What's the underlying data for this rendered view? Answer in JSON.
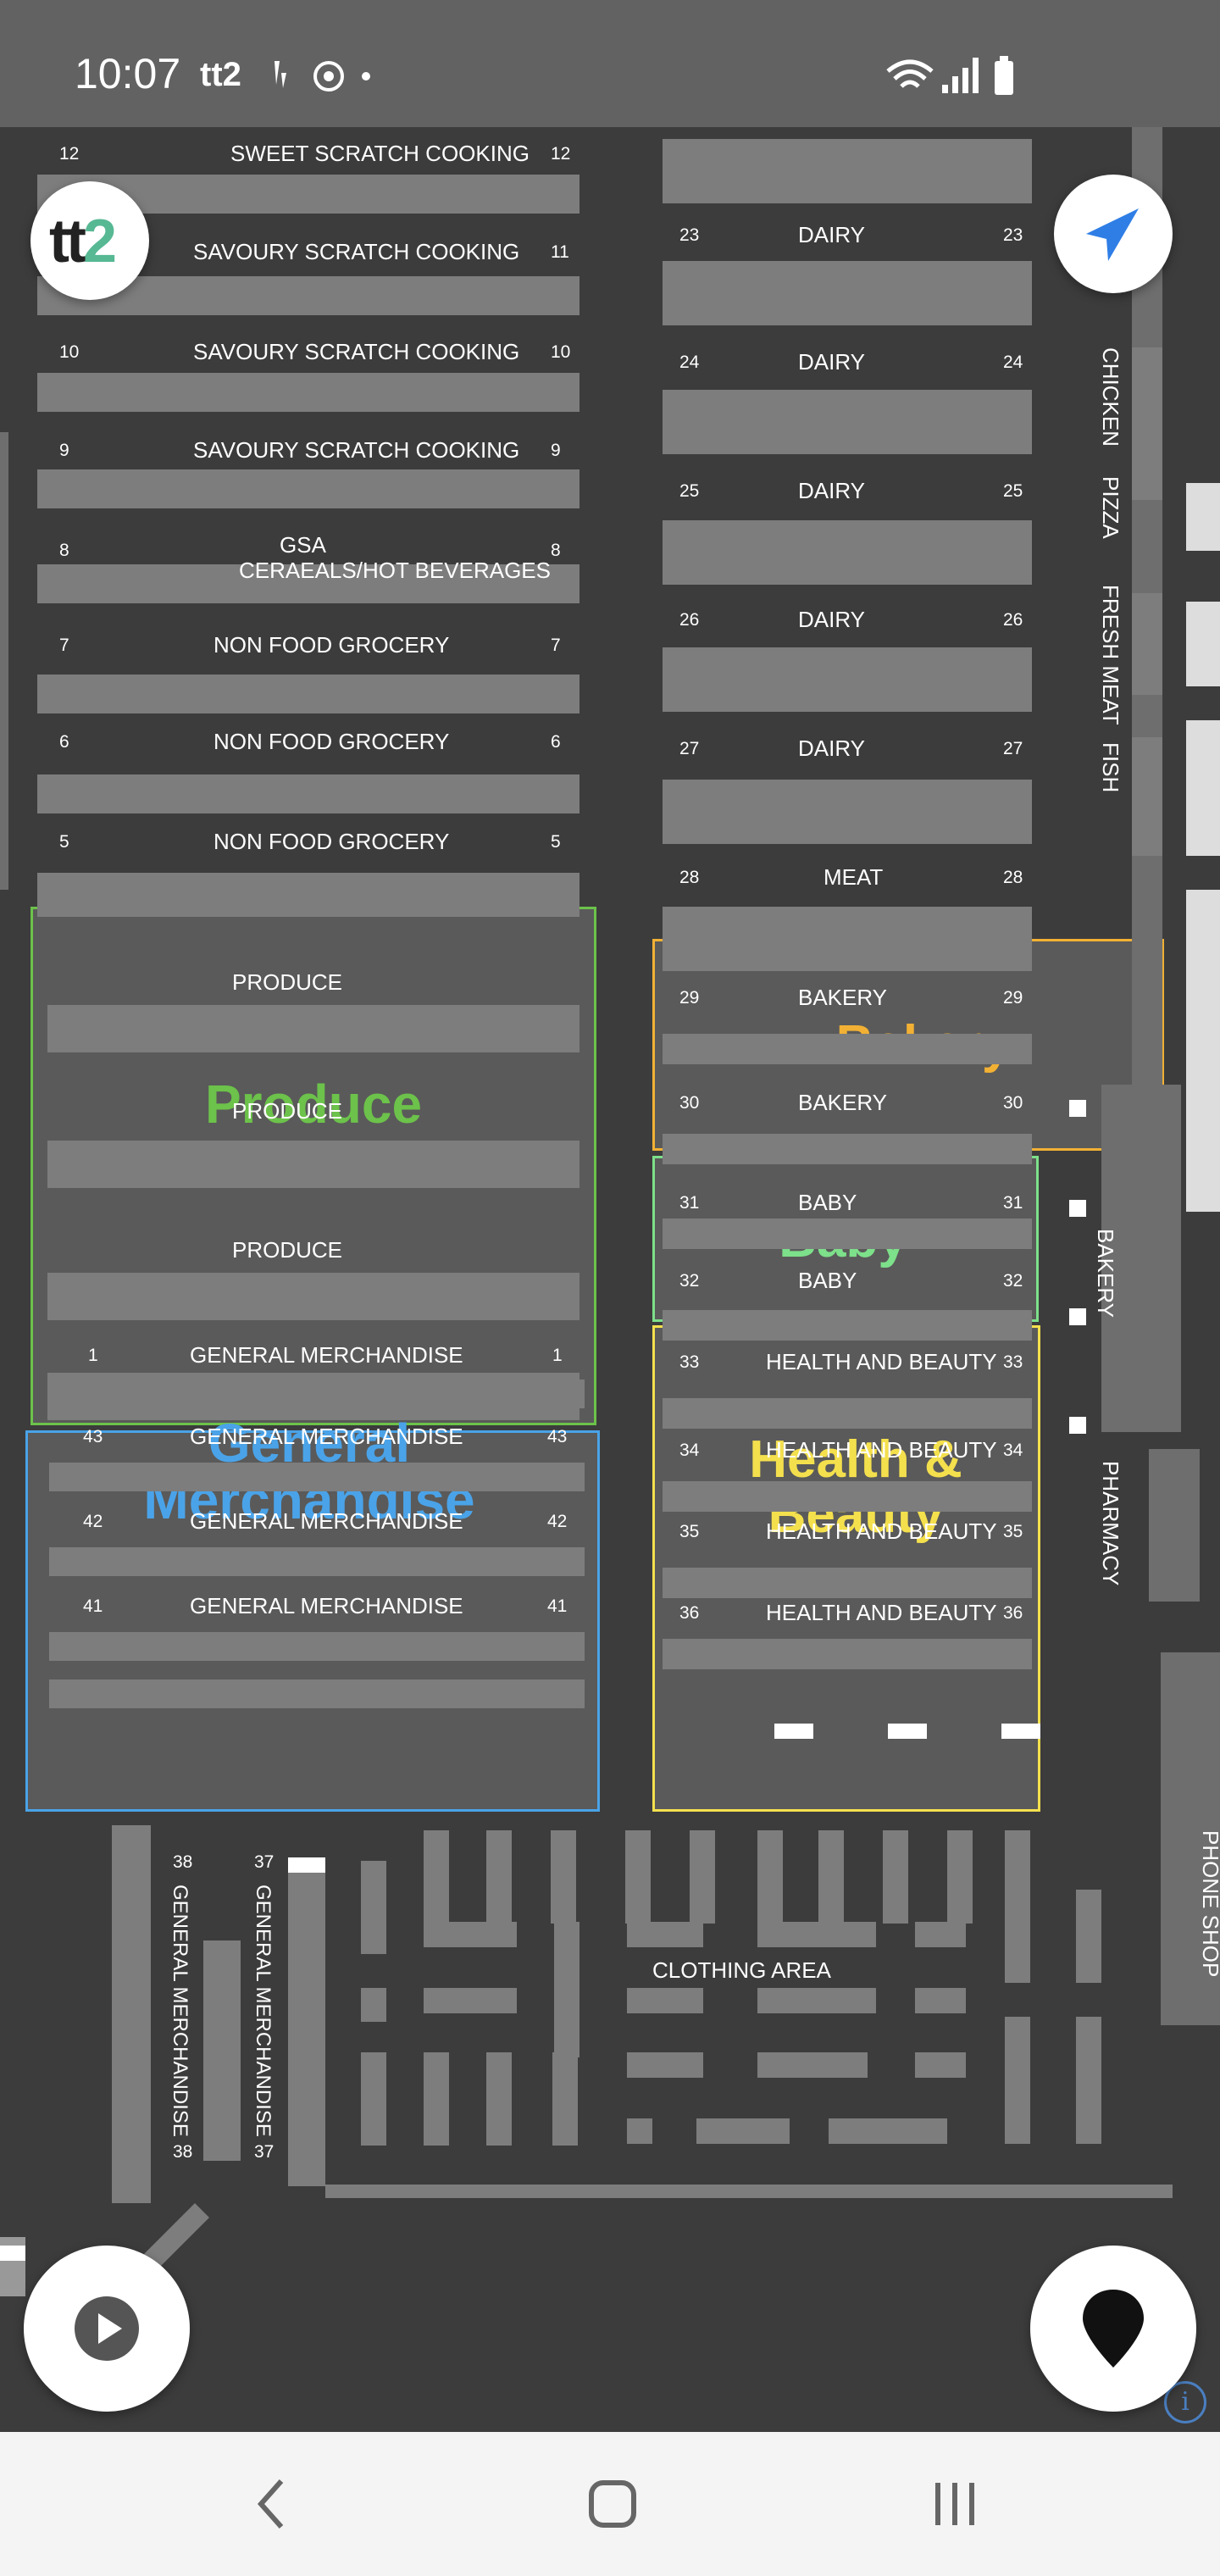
{
  "status": {
    "time": "10:07",
    "carrier": "tt2"
  },
  "logo": {
    "text_a": "tt",
    "text_b": "2"
  },
  "aisles_left": [
    {
      "num": "12",
      "label": "SWEET SCRATCH COOKING"
    },
    {
      "num": "11",
      "label": "SAVOURY SCRATCH COOKING"
    },
    {
      "num": "10",
      "label": "SAVOURY SCRATCH COOKING"
    },
    {
      "num": "9",
      "label": "SAVOURY SCRATCH COOKING"
    },
    {
      "num": "8",
      "label": "GSA",
      "label2": "CERAEALS/HOT BEVERAGES"
    },
    {
      "num": "7",
      "label": "NON FOOD GROCERY"
    },
    {
      "num": "6",
      "label": "NON FOOD GROCERY"
    },
    {
      "num": "5",
      "label": "NON FOOD GROCERY"
    }
  ],
  "aisles_right": [
    {
      "num": "23",
      "label": "DAIRY"
    },
    {
      "num": "24",
      "label": "DAIRY"
    },
    {
      "num": "25",
      "label": "DAIRY"
    },
    {
      "num": "26",
      "label": "DAIRY"
    },
    {
      "num": "27",
      "label": "DAIRY"
    },
    {
      "num": "28",
      "label": "MEAT"
    },
    {
      "num": "29",
      "label": "BAKERY"
    },
    {
      "num": "30",
      "label": "BAKERY"
    },
    {
      "num": "31",
      "label": "BABY"
    },
    {
      "num": "32",
      "label": "BABY"
    },
    {
      "num": "33",
      "label": "HEALTH AND BEAUTY"
    },
    {
      "num": "34",
      "label": "HEALTH AND BEAUTY"
    },
    {
      "num": "35",
      "label": "HEALTH AND BEAUTY"
    },
    {
      "num": "36",
      "label": "HEALTH AND BEAUTY"
    }
  ],
  "produce_rows": [
    "PRODUCE",
    "PRODUCE",
    "PRODUCE"
  ],
  "gm_rows": [
    {
      "num": "1",
      "label": "GENERAL MERCHANDISE"
    },
    {
      "num": "43",
      "label": "GENERAL MERCHANDISE"
    },
    {
      "num": "42",
      "label": "GENERAL MERCHANDISE"
    },
    {
      "num": "41",
      "label": "GENERAL MERCHANDISE"
    }
  ],
  "zones": {
    "produce": {
      "title": "Produce",
      "color": "#6cc24a"
    },
    "general": {
      "title": "General Merchandise",
      "color": "#4aa3e8"
    },
    "bakery": {
      "title": "Bakery",
      "color": "#f2b134"
    },
    "baby": {
      "title": "Baby",
      "color": "#7de08a"
    },
    "health": {
      "title": "Health & Beauty",
      "color": "#f4e04d"
    }
  },
  "side_labels": {
    "chicken": "CHICKEN",
    "pizza": "PIZZA",
    "fresh_meat": "FRESH MEAT",
    "fish": "FISH",
    "bakery": "BAKERY",
    "pharmacy": "PHARMACY",
    "phone_shop": "PHONE SHOP"
  },
  "bottom_aisles": [
    {
      "num": "38",
      "label": "GENERAL MERCHANDISE"
    },
    {
      "num": "37",
      "label": "GENERAL MERCHANDISE"
    }
  ],
  "clothing": "CLOTHING AREA"
}
